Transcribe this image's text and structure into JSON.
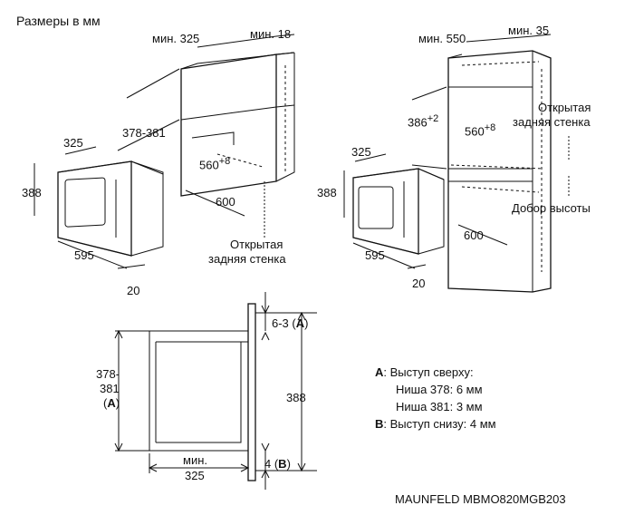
{
  "title": "Размеры в мм",
  "model": "MAUNFELD MBMO820MGB203",
  "diagram1": {
    "niche_depth": "мин. 325",
    "gap": "мин. 18",
    "niche_height": "378-381",
    "oven_depth": "325",
    "oven_height": "388",
    "niche_width": "560",
    "niche_width_tol": "+8",
    "cabinet_depth": "600",
    "oven_width": "595",
    "front": "20",
    "open_back_1": "Открытая",
    "open_back_2": "задняя стенка"
  },
  "diagram2": {
    "niche_depth": "мин. 550",
    "gap": "мин. 35",
    "niche_height": "386",
    "niche_height_tol": "+2",
    "niche_width": "560",
    "niche_width_tol": "+8",
    "open_back_1": "Открытая",
    "open_back_2": "задняя стенка",
    "height_fill": "Добор высоты",
    "oven_depth": "325",
    "oven_height": "388",
    "cabinet_depth": "600",
    "oven_width": "595",
    "front": "20"
  },
  "diagram3": {
    "top_offset": "6-3 (",
    "top_letter": "A",
    "top_close": ")",
    "niche_h1": "378-",
    "niche_h2": "381",
    "niche_h3_open": "(",
    "niche_h3_letter": "A",
    "niche_h3_close": ")",
    "height": "388",
    "bottom_offset": "4 (",
    "bottom_letter": "B",
    "bottom_close": ")",
    "depth_1": "мин.",
    "depth_2": "325"
  },
  "notes": {
    "a_letter": "A",
    "a_text": ": Выступ сверху:",
    "a_line1": "Ниша 378: 6 мм",
    "a_line2": "Ниша 381: 3 мм",
    "b_letter": "B",
    "b_text": ": Выступ снизу: 4 мм"
  }
}
